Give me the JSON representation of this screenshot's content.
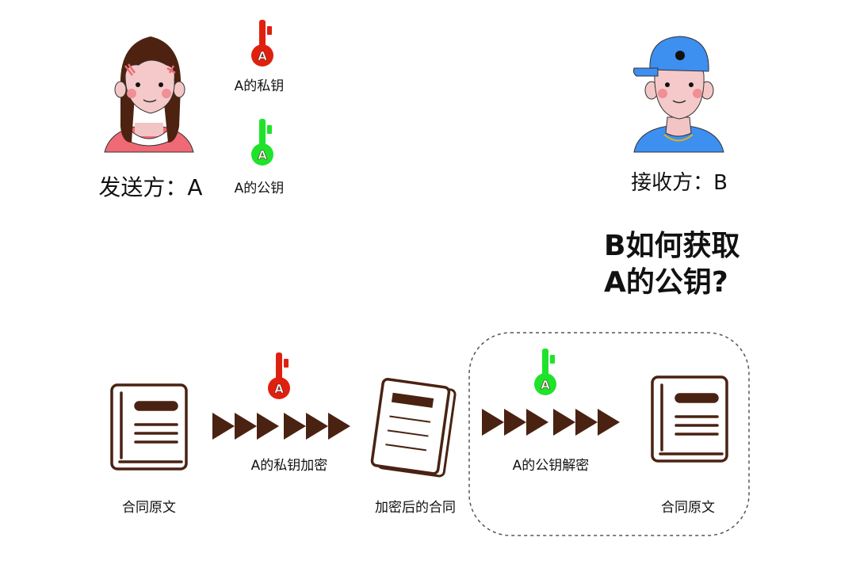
{
  "sender": {
    "label": "发送方：A"
  },
  "receiver": {
    "label": "接收方：B"
  },
  "keys": {
    "private_label": "A的私钥",
    "public_label": "A的公钥",
    "key_letter": "A"
  },
  "question": {
    "line1": "B如何获取",
    "line2": "A的公钥?"
  },
  "flow": {
    "original_label": "合同原文",
    "encrypt_label": "A的私钥加密",
    "encrypted_label": "加密后的合同",
    "decrypt_label": "A的公钥解密",
    "result_label": "合同原文"
  },
  "colors": {
    "private_key": "#e0200f",
    "public_key": "#1fe32a",
    "brown": "#4a2212",
    "cap": "#3d8ff0"
  }
}
